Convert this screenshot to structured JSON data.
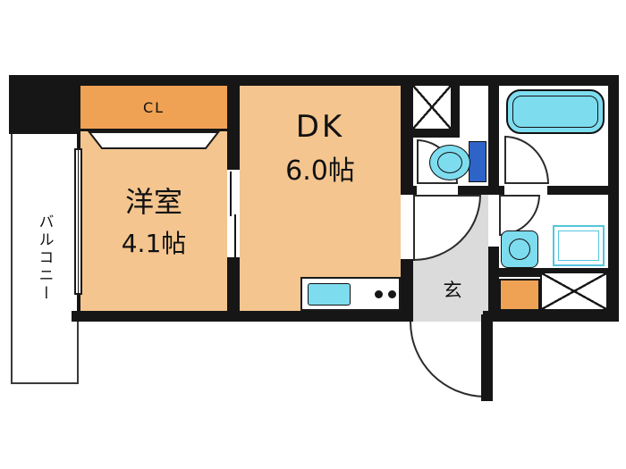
{
  "plan": {
    "type": "apartment-floor-plan"
  },
  "rooms": {
    "balcony": {
      "label": "バルコニー"
    },
    "closet": {
      "label": "CL"
    },
    "western_room": {
      "name": "洋室",
      "size": "4.1帖"
    },
    "dining_kitchen": {
      "name": "DK",
      "size": "6.0帖"
    },
    "entrance": {
      "label": "玄"
    }
  },
  "fixtures": {
    "bathtub": "bathtub-icon",
    "toilet": "toilet-icon",
    "washbasin": "washbasin-icon",
    "washer_pan": "washing-machine-pan-icon",
    "kitchen_sink": "kitchen-sink-icon",
    "stove": "stove-burners-icon",
    "pipe_space_top": "crossed-box-icon",
    "pipe_space_bottom": "crossed-box-icon",
    "shoe_cabinet": "shoe-cabinet-block"
  },
  "colors": {
    "wall": "#161616",
    "room_floor": "#F4C58F",
    "closet_fill": "#F0A254",
    "hall_floor": "#DBDBDB",
    "fixture_fill": "#7EDCEF",
    "toilet_tank": "#2E63C8",
    "accent_orange": "#F0A254",
    "washer_outline": "#55C5DD"
  }
}
